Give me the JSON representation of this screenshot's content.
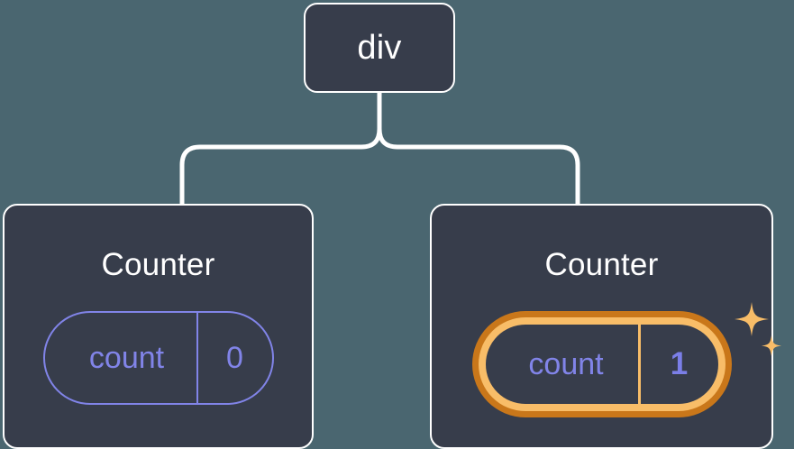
{
  "diagram": {
    "type": "component-tree",
    "background_color": "#4a6670",
    "node_fill_color": "#373d4b",
    "node_border_color": "#ffffff",
    "accent_color": "#8184e8",
    "highlight_outer_color": "#c9771a",
    "highlight_inner_color": "#f8bd68",
    "connector_color": "#ffffff"
  },
  "root": {
    "label": "div"
  },
  "children": [
    {
      "title": "Counter",
      "state": {
        "key": "count",
        "value": "0"
      },
      "highlighted": false
    },
    {
      "title": "Counter",
      "state": {
        "key": "count",
        "value": "1"
      },
      "highlighted": true,
      "sparkle_color": "#f8bd68"
    }
  ]
}
